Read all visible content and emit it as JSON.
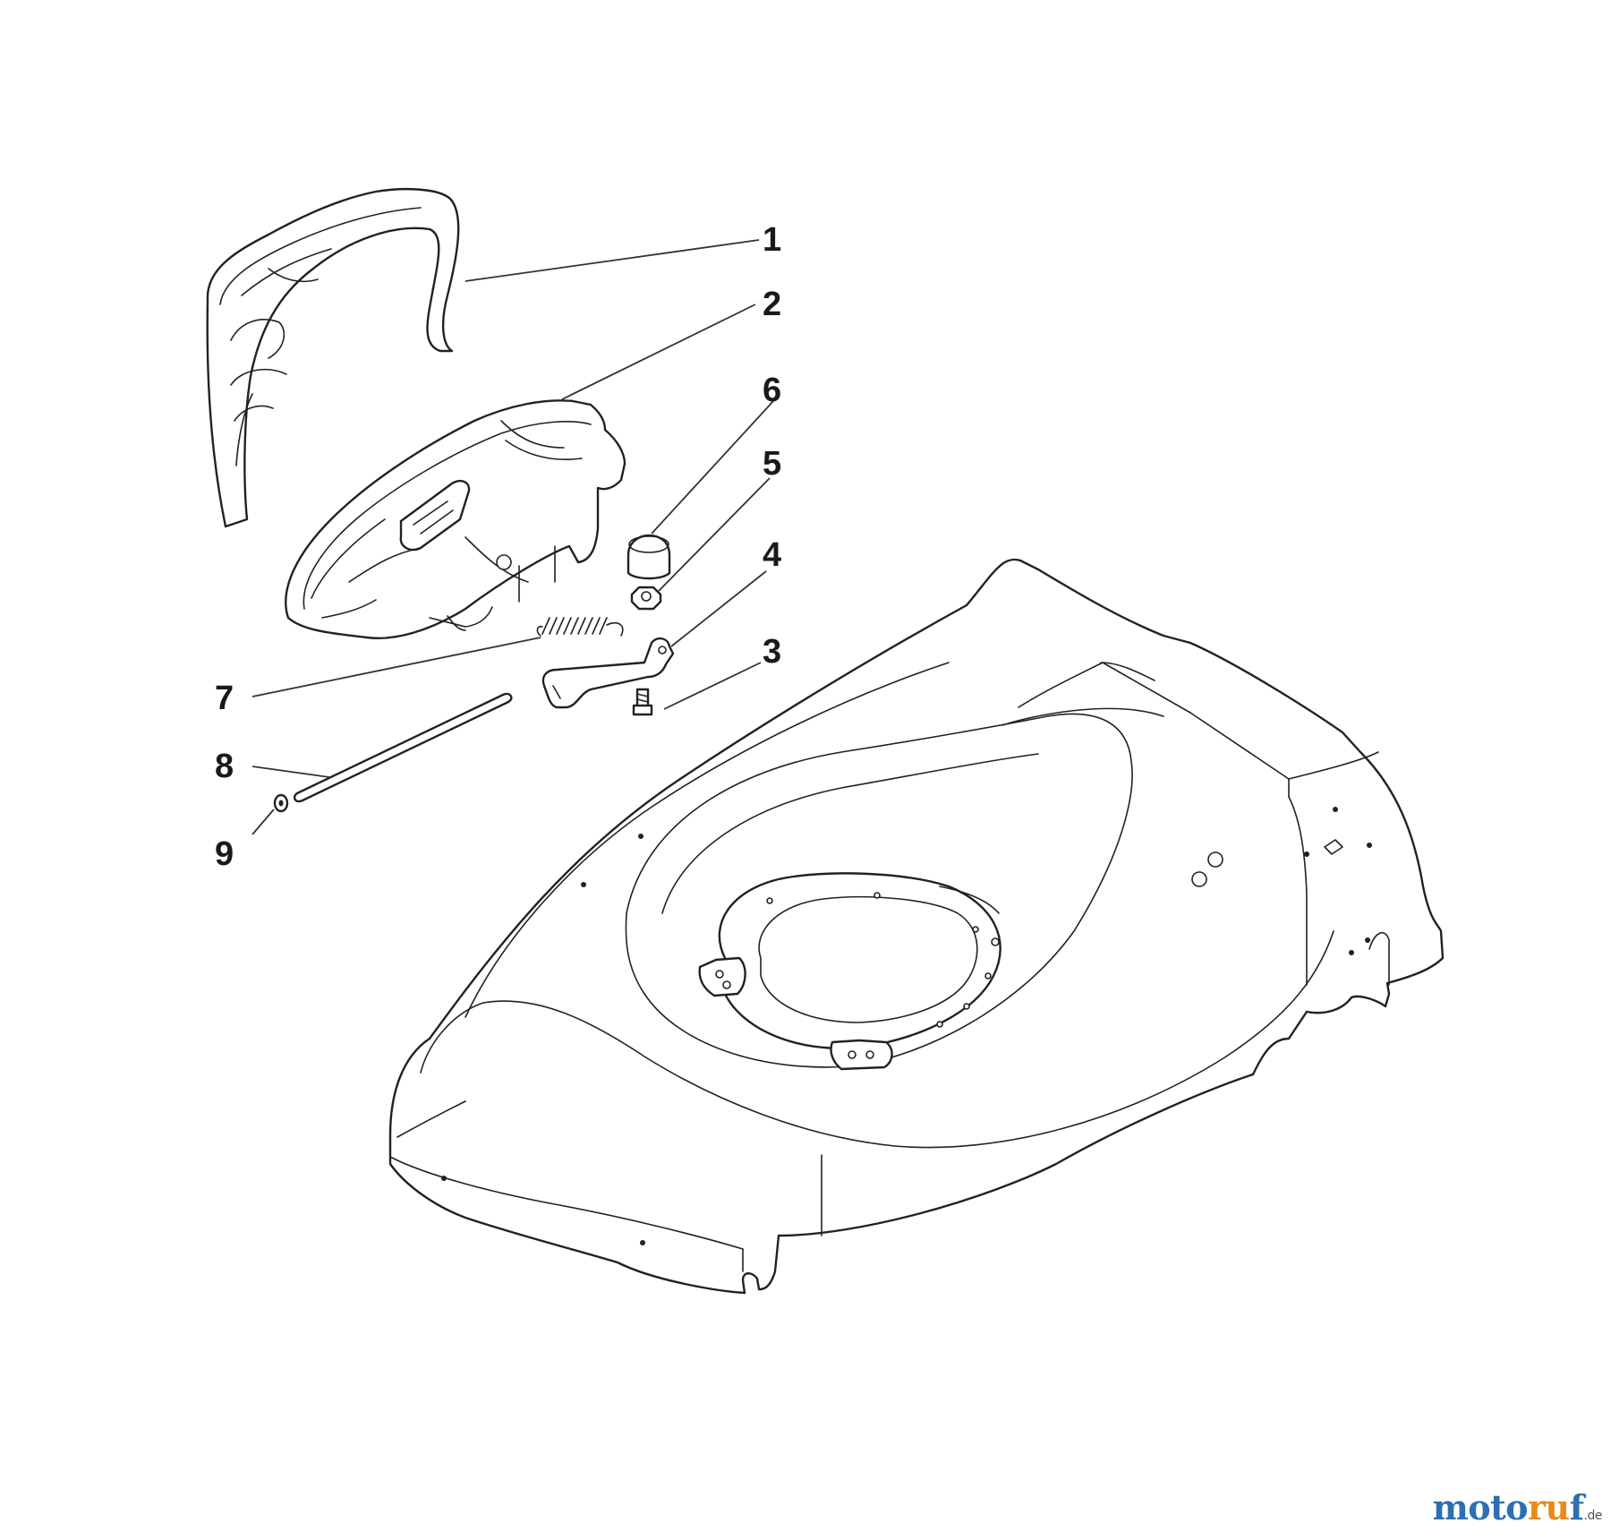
{
  "callouts": [
    {
      "id": "1",
      "label": "1"
    },
    {
      "id": "2",
      "label": "2"
    },
    {
      "id": "3",
      "label": "3"
    },
    {
      "id": "4",
      "label": "4"
    },
    {
      "id": "5",
      "label": "5"
    },
    {
      "id": "6",
      "label": "6"
    },
    {
      "id": "7",
      "label": "7"
    },
    {
      "id": "8",
      "label": "8"
    },
    {
      "id": "9",
      "label": "9"
    }
  ],
  "watermark": {
    "part1": "moto",
    "part2": "ru",
    "part3": "f",
    "tld": ".de"
  }
}
